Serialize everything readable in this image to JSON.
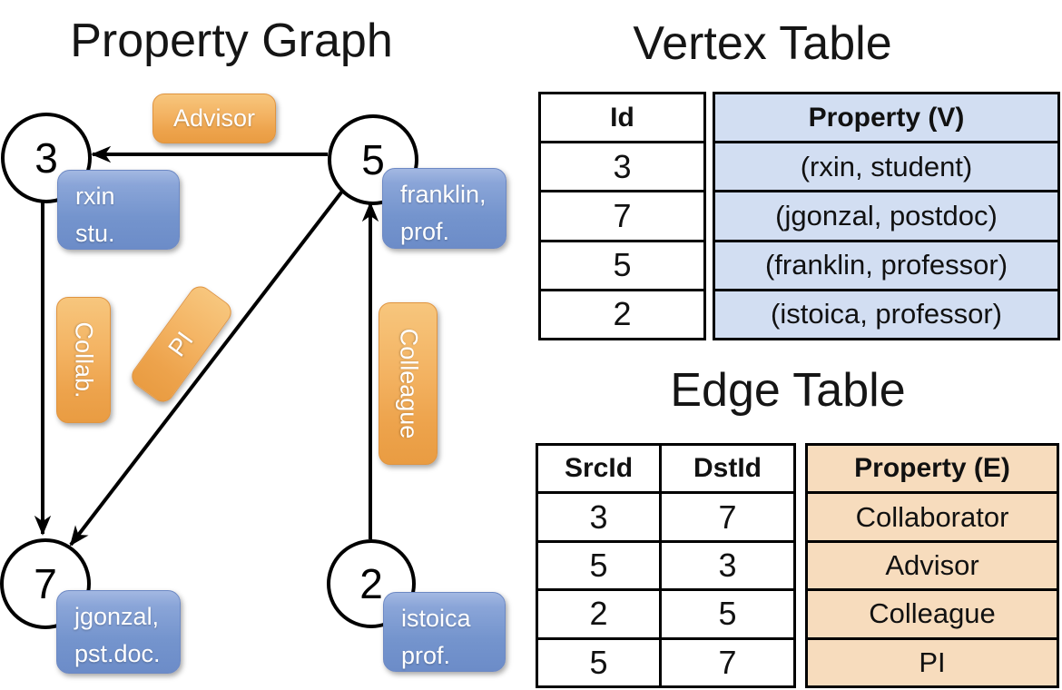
{
  "titles": {
    "graph": "Property Graph",
    "vertex_table": "Vertex Table",
    "edge_table": "Edge Table"
  },
  "graph": {
    "nodes": [
      {
        "id": "3",
        "card_line1": "rxin",
        "card_line2": "stu."
      },
      {
        "id": "5",
        "card_line1": "franklin,",
        "card_line2": "prof."
      },
      {
        "id": "7",
        "card_line1": "jgonzal,",
        "card_line2": "pst.doc."
      },
      {
        "id": "2",
        "card_line1": "istoica",
        "card_line2": "prof."
      }
    ],
    "edge_labels": {
      "advisor": "Advisor",
      "collab": "Collab.",
      "pi": "PI",
      "colleague": "Colleague"
    }
  },
  "vertex_table": {
    "headers": {
      "id": "Id",
      "property": "Property (V)"
    },
    "rows": [
      {
        "id": "3",
        "property": "(rxin, student)"
      },
      {
        "id": "7",
        "property": "(jgonzal, postdoc)"
      },
      {
        "id": "5",
        "property": "(franklin, professor)"
      },
      {
        "id": "2",
        "property": "(istoica, professor)"
      }
    ]
  },
  "edge_table": {
    "headers": {
      "src": "SrcId",
      "dst": "DstId",
      "property": "Property (E)"
    },
    "rows": [
      {
        "src": "3",
        "dst": "7",
        "property": "Collaborator"
      },
      {
        "src": "5",
        "dst": "3",
        "property": "Advisor"
      },
      {
        "src": "2",
        "dst": "5",
        "property": "Colleague"
      },
      {
        "src": "5",
        "dst": "7",
        "property": "PI"
      }
    ]
  },
  "colors": {
    "edge_label_fill": "#F2AC55",
    "vertex_card_fill": "#7E9CD4",
    "vertex_table_fill": "#D2DEF2",
    "edge_table_fill": "#F7DCBD",
    "line": "#000000"
  }
}
